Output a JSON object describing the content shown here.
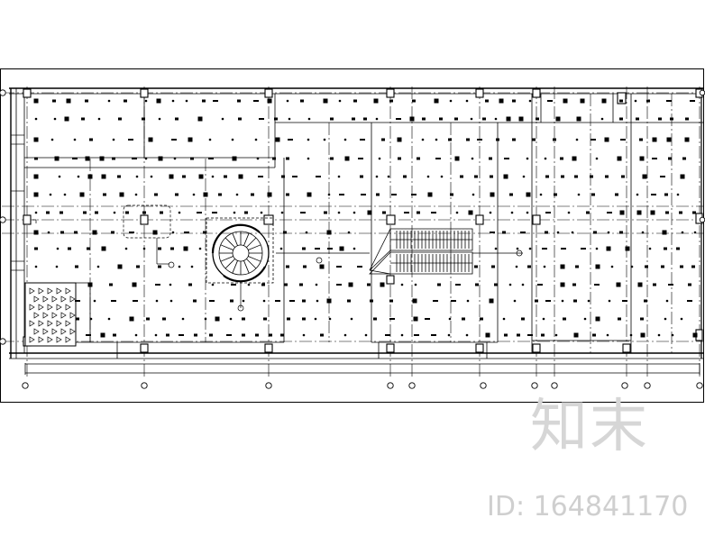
{
  "drawing": {
    "subject": "ceiling-lighting-floor-plan",
    "line_color": "#000000",
    "background": "#ffffff"
  },
  "watermark": {
    "logo_text": "知末",
    "id_text": "ID: 164841170",
    "color": "#d0d0d0"
  }
}
